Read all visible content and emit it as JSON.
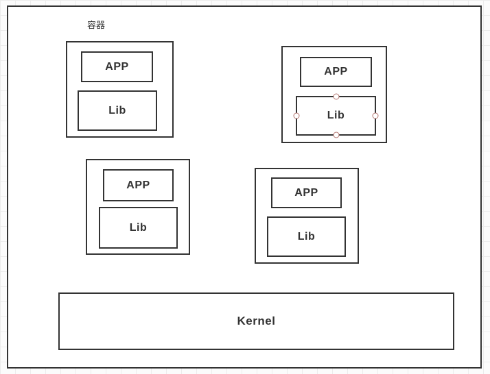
{
  "diagram": {
    "canvas_label": "容器",
    "containers": [
      {
        "app": "APP",
        "lib": "Lib"
      },
      {
        "app": "APP",
        "lib": "Lib"
      },
      {
        "app": "APP",
        "lib": "Lib"
      },
      {
        "app": "APP",
        "lib": "Lib"
      }
    ],
    "kernel": "Kernel",
    "colors": {
      "shape_border": "#333333",
      "shape_fill": "#ffffff",
      "text": "#333333",
      "selection_handle": "#b4756f",
      "grid_line": "#ececec",
      "canvas_background": "#fbfbfb"
    }
  }
}
